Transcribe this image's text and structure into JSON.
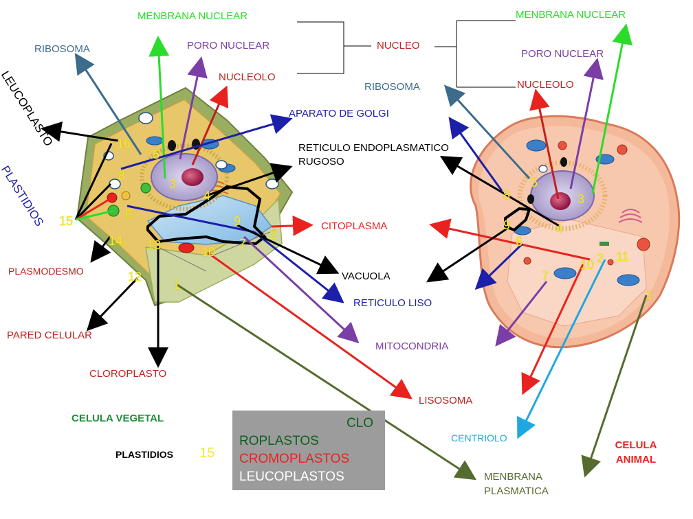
{
  "labels": {
    "menbrana_nuclear_left": "MENBRANA NUCLEAR",
    "menbrana_nuclear_right": "MENBRANA NUCLEAR",
    "ribosoma_left": "RIBOSOMA",
    "ribosoma_right": "RIBOSOMA",
    "poro_nuclear_left": "PORO NUCLEAR",
    "poro_nuclear_right": "PORO NUCLEAR",
    "nucleo": "NUCLEO",
    "nucleolo_left": "NUCLEOLO",
    "nucleolo_right": "NUCLEOLO",
    "leucoplasto": "LEUCOPLASTO",
    "plastidios": "PLASTIDIOS",
    "aparato_golgi": "APARATO DE GOLGI",
    "reticulo_rugoso": "RETICULO ENDOPLASMATICO RUGOSO",
    "citoplasma": "CITOPLASMA",
    "vacuola": "VACUOLA",
    "reticulo_liso": "RETICULO LISO",
    "plasmodesmo": "PLASMODESMO",
    "pared_celular": "PARED CELULAR",
    "mitocondria": "MITOCONDRIA",
    "cloroplasto": "CLOROPLASTO",
    "lisosoma": "LISOSOMA",
    "celula_vegetal": "CELULA VEGETAL",
    "plastidios_caption": "PLASTIDIOS",
    "plastidios_caption_num": "15",
    "centriolo": "CENTRIOLO",
    "celula_animal": "CELULA ANIMAL",
    "membrana_plasmatica": "MENBRANA PLASMATICA"
  },
  "plastid_box": {
    "line1": "CLO",
    "line2": "ROPLASTOS",
    "line3": "CROMOPLASTOS",
    "line4": "LEUCOPLASTOS"
  },
  "numbers_plant": [
    "16",
    "5",
    "8",
    "3",
    "4",
    "15",
    "6",
    "9",
    "14",
    "13",
    "10",
    "7",
    "2",
    "12",
    "1"
  ],
  "numbers_animal": [
    "5",
    "8",
    "3",
    "9",
    "4",
    "6",
    "10",
    "2",
    "11",
    "7",
    "1"
  ],
  "colors": {
    "red": "#e8231f",
    "green": "#2bdc2b",
    "purple": "#7a3ea6",
    "blue": "#1c1fa8",
    "teal_blue": "#3c6b8c",
    "cyan": "#1fa8e0",
    "olive": "#556b2f",
    "yellow_number": "#f3ec2a",
    "dark_green": "#1f8f3a",
    "box_gray": "#9c9c9c"
  }
}
